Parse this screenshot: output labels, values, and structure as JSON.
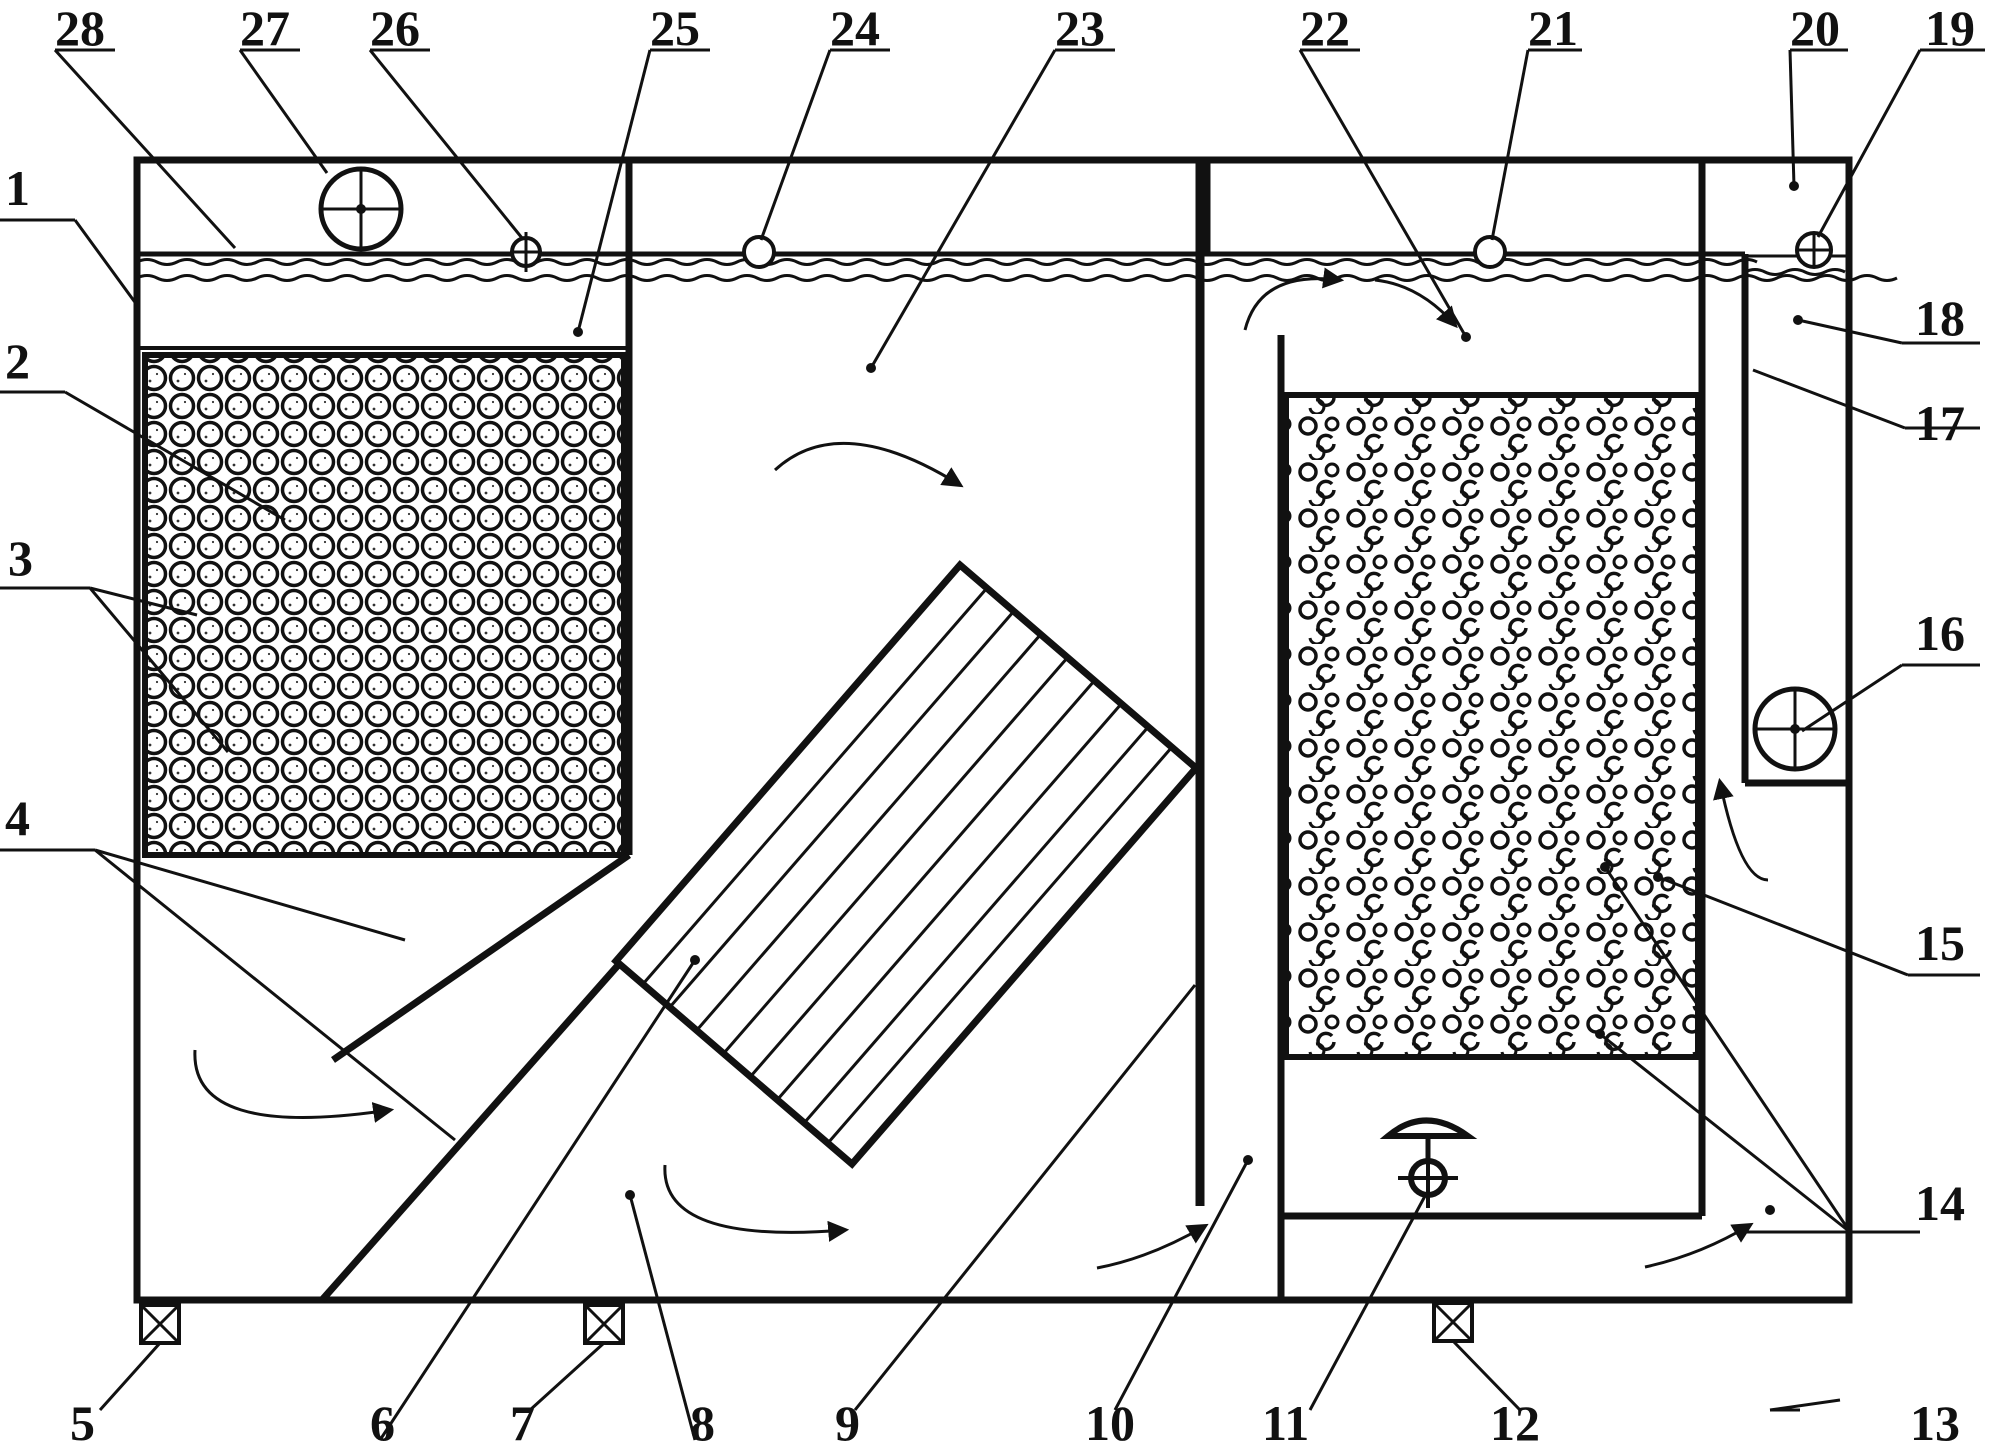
{
  "colors": {
    "ink": "#111111",
    "background": "#ffffff"
  },
  "callouts": [
    {
      "label": "1"
    },
    {
      "label": "2"
    },
    {
      "label": "3"
    },
    {
      "label": "4"
    },
    {
      "label": "5"
    },
    {
      "label": "6"
    },
    {
      "label": "7"
    },
    {
      "label": "8"
    },
    {
      "label": "9"
    },
    {
      "label": "10"
    },
    {
      "label": "11"
    },
    {
      "label": "12"
    },
    {
      "label": "13"
    },
    {
      "label": "14"
    },
    {
      "label": "15"
    },
    {
      "label": "16"
    },
    {
      "label": "17"
    },
    {
      "label": "18"
    },
    {
      "label": "19"
    },
    {
      "label": "20"
    },
    {
      "label": "21"
    },
    {
      "label": "22"
    },
    {
      "label": "23"
    },
    {
      "label": "24"
    },
    {
      "label": "25"
    },
    {
      "label": "26"
    },
    {
      "label": "27"
    },
    {
      "label": "28"
    }
  ]
}
